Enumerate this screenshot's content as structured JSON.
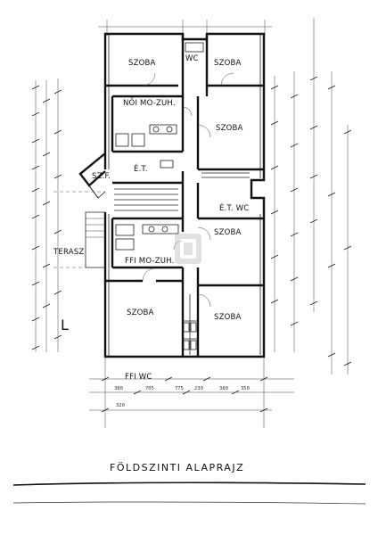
{
  "plan": {
    "title": "FÖLDSZINTI ALAPRAJZ",
    "rooms": [
      {
        "key": "szoba_top_left",
        "name": "SZOBA"
      },
      {
        "key": "wc_top",
        "name": "WC"
      },
      {
        "key": "szoba_top_right",
        "name": "SZOBA"
      },
      {
        "key": "noi_mo_zuh",
        "name": "NŐI MO-ZUH."
      },
      {
        "key": "szoba_mid_right",
        "name": "SZOBA"
      },
      {
        "key": "et",
        "name": "É.T."
      },
      {
        "key": "szf",
        "name": "SZ.F."
      },
      {
        "key": "etwc",
        "name": "É.T. WC"
      },
      {
        "key": "terasz",
        "name": "TERASZ"
      },
      {
        "key": "szoba_right_lower",
        "name": "SZOBA"
      },
      {
        "key": "ffi_mo_zuh",
        "name": "FFI MO-ZUH."
      },
      {
        "key": "szoba_bottom_left",
        "name": "SZOBA"
      },
      {
        "key": "szoba_bottom_right",
        "name": "SZOBA"
      },
      {
        "key": "ffi_wc",
        "name": "FFI WC"
      }
    ],
    "dimensions_bottom": [
      "380",
      "705",
      "775",
      "230",
      "380",
      "350",
      "320"
    ],
    "corner_mark": "L"
  },
  "colors": {
    "ink": "#111111",
    "paper": "#ffffff",
    "watermark": "#c9c9c9"
  }
}
